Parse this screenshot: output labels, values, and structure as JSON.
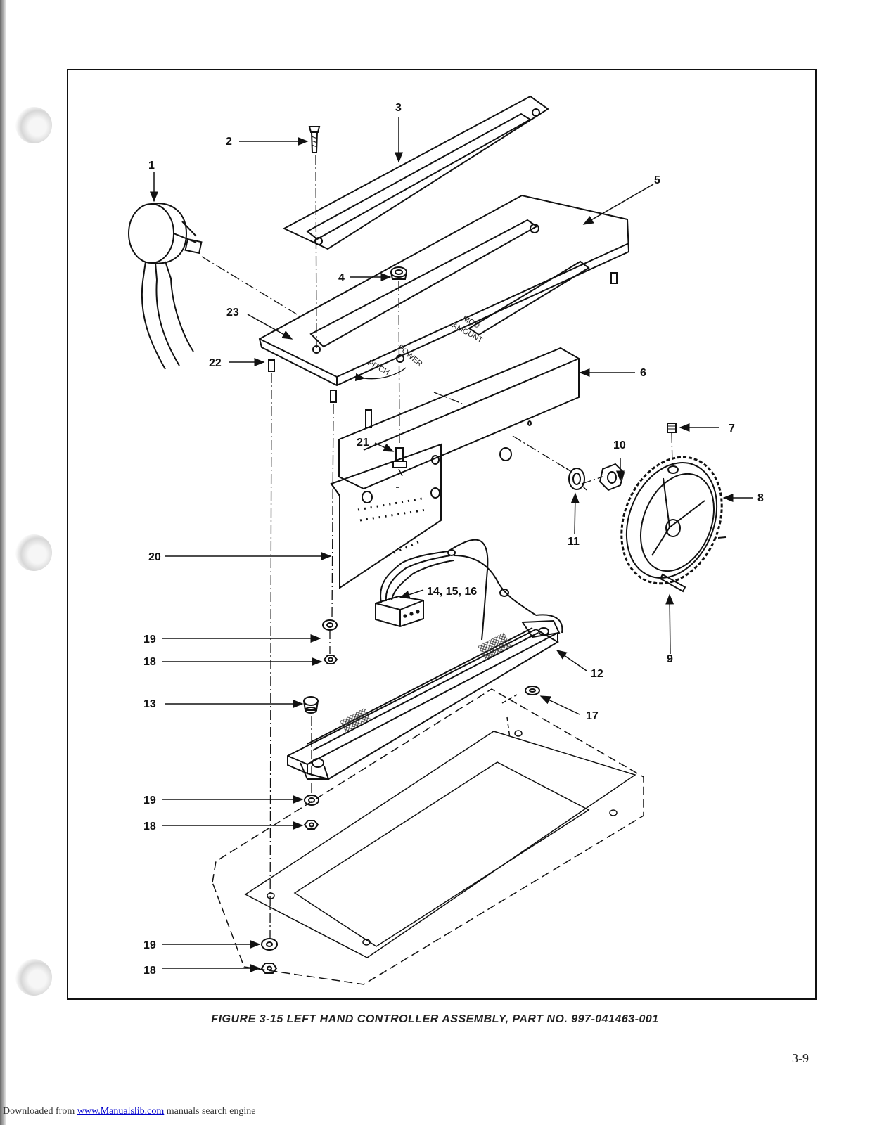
{
  "figure": {
    "callouts": {
      "c1": "1",
      "c2": "2",
      "c3": "3",
      "c4": "4",
      "c5": "5",
      "c6": "6",
      "c7": "7",
      "c8": "8",
      "c9": "9",
      "c10": "10",
      "c11": "11",
      "c12": "12",
      "c13": "13",
      "c14": "14, 15, 16",
      "c17": "17",
      "c18a": "18",
      "c18b": "18",
      "c18c": "18",
      "c19a": "19",
      "c19b": "19",
      "c19c": "19",
      "c20": "20",
      "c21": "21",
      "c22": "22",
      "c23": "23"
    },
    "panel_labels": {
      "power": "POWER",
      "pitch": "PITCH",
      "mod": "MOD",
      "amount": "AMOUNT"
    },
    "caption": "FIGURE 3-15   LEFT HAND CONTROLLER ASSEMBLY, PART NO. 997-041463-001"
  },
  "page": {
    "number": "3-9"
  },
  "footer": {
    "prefix": "Downloaded from ",
    "link_text": "www.Manualslib.com",
    "suffix": " manuals search engine"
  }
}
